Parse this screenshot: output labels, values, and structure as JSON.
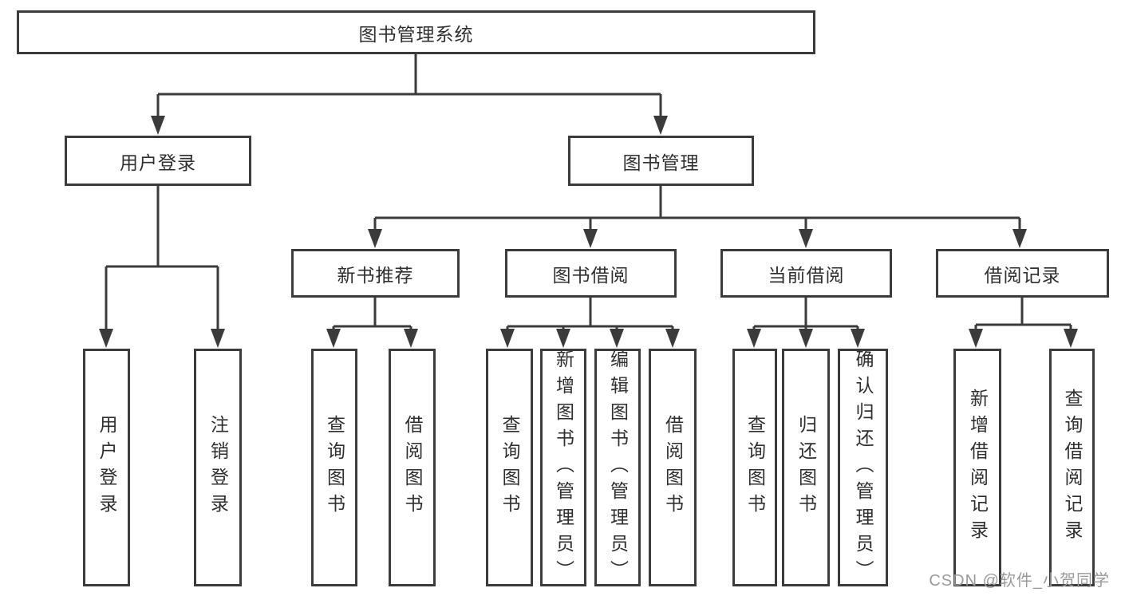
{
  "diagram": {
    "root": {
      "label": "图书管理系统"
    },
    "branches": [
      {
        "label": "用户登录",
        "children": [
          {
            "label": "用户登录"
          },
          {
            "label": "注销登录"
          }
        ]
      },
      {
        "label": "图书管理",
        "children": [
          {
            "label": "新书推荐",
            "children": [
              {
                "label": "查询图书"
              },
              {
                "label": "借阅图书"
              }
            ]
          },
          {
            "label": "图书借阅",
            "children": [
              {
                "label": "查询图书"
              },
              {
                "label": "新增图书（管理员）"
              },
              {
                "label": "编辑图书（管理员）"
              },
              {
                "label": "借阅图书"
              }
            ]
          },
          {
            "label": "当前借阅",
            "children": [
              {
                "label": "查询图书"
              },
              {
                "label": "归还图书"
              },
              {
                "label": "确认归还（管理员）"
              }
            ]
          },
          {
            "label": "借阅记录",
            "children": [
              {
                "label": "新增借阅记录"
              },
              {
                "label": "查询借阅记录"
              }
            ]
          }
        ]
      }
    ]
  },
  "colors": {
    "line": "#3b3b3b",
    "text": "#2f2f2f",
    "watermark": "#9a9a9a",
    "background": "#ffffff"
  },
  "watermark": {
    "text": "CSDN @软件_小贺同学"
  }
}
